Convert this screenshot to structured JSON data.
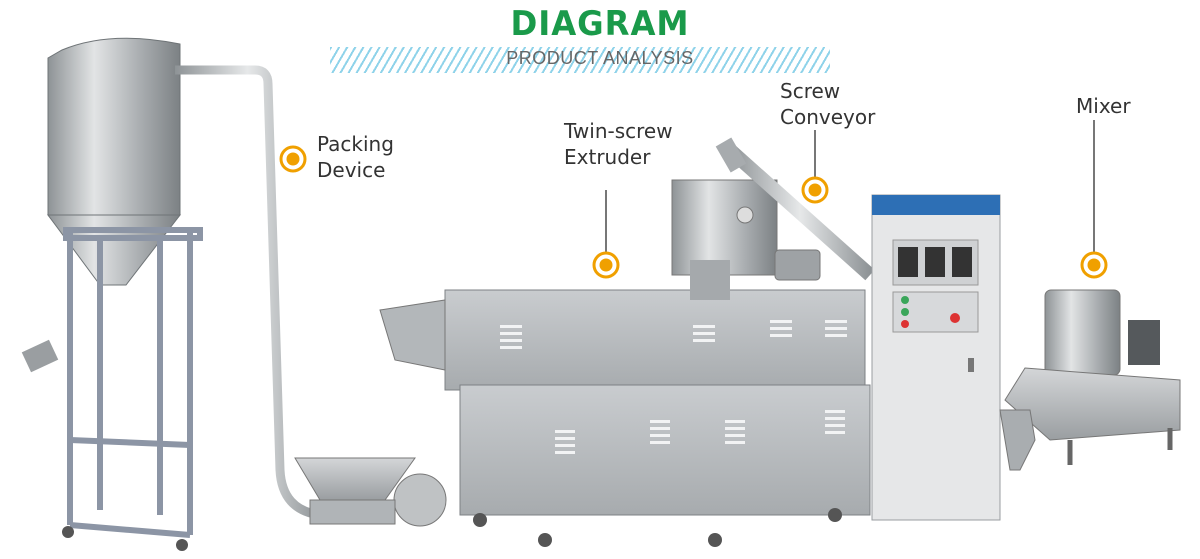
{
  "header": {
    "title": "DIAGRAM",
    "subtitle": "PRODUCT ANALYSIS"
  },
  "labels": {
    "packing": "Packing\nDevice",
    "extruder": "Twin-screw\nExtruder",
    "conveyor": "Screw\nConveyor",
    "mixer": "Mixer"
  },
  "colors": {
    "title": "#1a9a4a",
    "marker": "#f0a000",
    "stripe": "#8fd3ea",
    "steel": "#b8bcbf",
    "cabinet_top": "#2d6fb5"
  },
  "icons": [
    "marker-dot-icon"
  ]
}
